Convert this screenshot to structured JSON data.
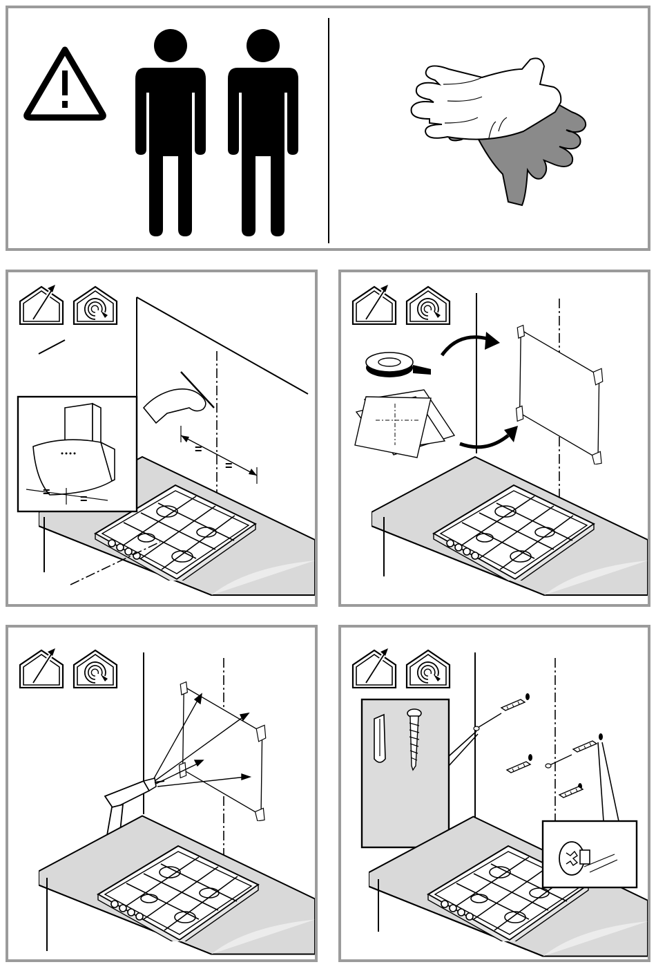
{
  "steps": [
    {
      "id": "safety",
      "description_icons": [
        "warning-triangle-icon",
        "person-icon",
        "person-icon",
        "protective-gloves-icon"
      ]
    },
    {
      "id": "step-marking",
      "mode_icons": [
        "ducted-extraction-icon",
        "recirculation-icon"
      ],
      "labels": {
        "eq_left_1": "=",
        "eq_left_2": "=",
        "eq_right_1": "=",
        "eq_right_2": "="
      }
    },
    {
      "id": "step-template",
      "mode_icons": [
        "ducted-extraction-icon",
        "recirculation-icon"
      ]
    },
    {
      "id": "step-drilling",
      "mode_icons": [
        "ducted-extraction-icon",
        "recirculation-icon"
      ]
    },
    {
      "id": "step-plugs",
      "mode_icons": [
        "ducted-extraction-icon",
        "recirculation-icon"
      ]
    }
  ],
  "colors": {
    "frame": "#9b9b9b",
    "worktop": "#d9d9d9",
    "detail_box": "#dcdcdc",
    "glove_dark": "#8a8a8a",
    "ink": "#000000"
  }
}
